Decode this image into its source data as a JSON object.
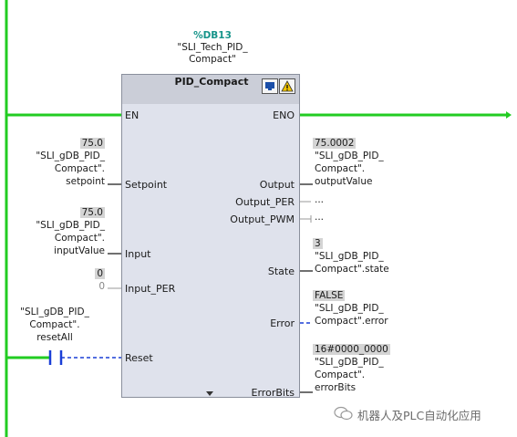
{
  "instance": {
    "db": "%DB13",
    "name_line1": "\"SLI_Tech_PID_",
    "name_line2": "Compact\""
  },
  "block": {
    "title": "PID_Compact",
    "icons": [
      "monitor-icon",
      "warning-icon"
    ],
    "inputs": {
      "en": "EN",
      "setpoint": "Setpoint",
      "input": "Input",
      "input_per": "Input_PER",
      "reset": "Reset"
    },
    "outputs": {
      "eno": "ENO",
      "output": "Output",
      "output_per": "Output_PER",
      "output_pwm": "Output_PWM",
      "state": "State",
      "error": "Error",
      "errorbits": "ErrorBits"
    }
  },
  "left": {
    "setpoint": {
      "value": "75.0",
      "tag1": "\"SLI_gDB_PID_",
      "tag2": "Compact\".",
      "tag3": "setpoint"
    },
    "input": {
      "value": "75.0",
      "tag1": "\"SLI_gDB_PID_",
      "tag2": "Compact\".",
      "tag3": "inputValue"
    },
    "input_per": {
      "value": "0",
      "const": "0"
    },
    "reset": {
      "tag1": "\"SLI_gDB_PID_",
      "tag2": "Compact\".",
      "tag3": "resetAll"
    }
  },
  "right": {
    "output": {
      "value": "75.0002",
      "tag1": "\"SLI_gDB_PID_",
      "tag2": "Compact\".",
      "tag3": "outputValue"
    },
    "output_per": "...",
    "output_pwm": "...",
    "state": {
      "value": "3",
      "tag1": "\"SLI_gDB_PID_",
      "tag2": "Compact\".state"
    },
    "error": {
      "value": "FALSE",
      "tag1": "\"SLI_gDB_PID_",
      "tag2": "Compact\".error"
    },
    "errorbits": {
      "value": "16#0000_0000",
      "tag1": "\"SLI_gDB_PID_",
      "tag2": "Compact\".",
      "tag3": "errorBits"
    }
  },
  "watermark": "机器人及PLC自动化应用",
  "colors": {
    "power_rail": "#22cc22",
    "wire_active": "#22cc22",
    "wire_false": "#1a3fd6",
    "block_bg": "#dfe2ec",
    "value_bg": "#d4d4d4",
    "db_label": "#16948a"
  }
}
